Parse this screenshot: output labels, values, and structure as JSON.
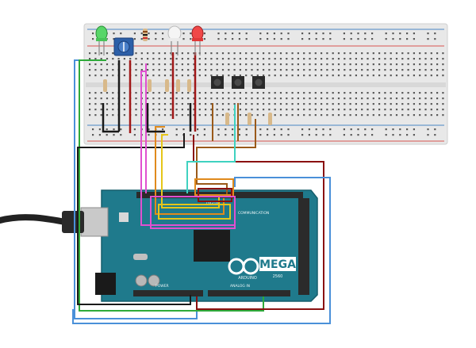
{
  "board": {
    "logo_text": "MEGA",
    "brand_text": "ARDUINO",
    "model_text": "2560",
    "header_label_digital": "DIGITAL",
    "header_label_power": "POWER",
    "header_label_analog": "ANALOG IN",
    "header_label_communication": "COMMUNICATION",
    "colors": {
      "pcb": "#1f7a8c",
      "header": "#2b2b2b",
      "chip": "#1c1c1c"
    }
  },
  "breadboard": {
    "colors": {
      "body": "#e6e6e6",
      "hole": "#5a5a5a",
      "rail_red": "#d9534f",
      "rail_blue": "#4a86c5"
    }
  },
  "components": {
    "leds": [
      "green-led",
      "white-led",
      "red-led"
    ],
    "pushbuttons": 3,
    "potentiometer": "blue-potentiometer",
    "usb_cable": "usb-b-cable"
  },
  "wire_colors": {
    "black": "#1a1a1a",
    "red": "#a01818",
    "green": "#2eaa3a",
    "blue": "#4a90d9",
    "pink": "#e050d0",
    "orange": "#e08a1c",
    "brown": "#9a5a1a",
    "yellow": "#e6c619",
    "cyan": "#3fd2c0",
    "darkred": "#8a1010"
  }
}
